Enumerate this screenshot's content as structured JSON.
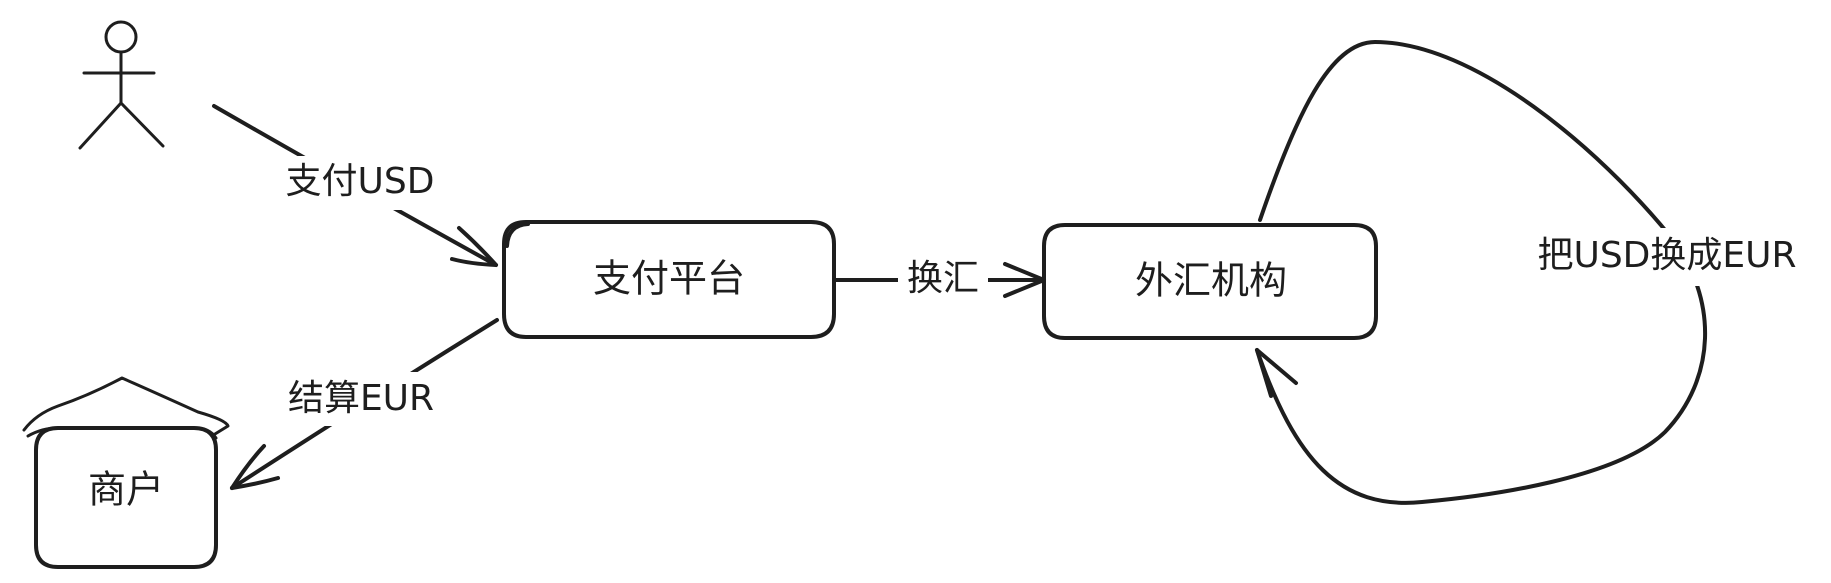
{
  "diagram": {
    "nodes": {
      "user": {
        "label": ""
      },
      "payment_platform": {
        "label": "支付平台",
        "fill": "#a5d8ff"
      },
      "fx_institution": {
        "label": "外汇机构",
        "fill": "#ffffff"
      },
      "merchant": {
        "label": "商户",
        "fill": "#ffffff"
      }
    },
    "edges": {
      "pay_usd": {
        "label": "支付USD"
      },
      "settle_eur": {
        "label": "结算EUR"
      },
      "exchange": {
        "label": "换汇"
      },
      "usd_to_eur": {
        "label": "把USD换成EUR"
      }
    }
  }
}
